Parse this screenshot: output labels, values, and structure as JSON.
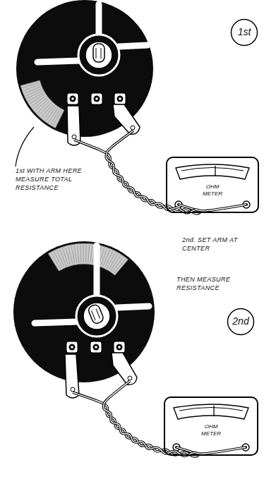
{
  "diagram": {
    "nodes": [
      {
        "text": [
          "1st"
        ]
      },
      {
        "text": [
          "OHM METER"
        ]
      },
      {
        "text": [
          "2nd"
        ]
      },
      {
        "text": [
          "OHM METER"
        ]
      }
    ],
    "labels": [
      "1st WITH ARM HERE MEASURE TOTAL RESISTANCE",
      "2nd. SET ARM AT CENTER",
      "THEN MEASURE RESISTANCE"
    ]
  }
}
